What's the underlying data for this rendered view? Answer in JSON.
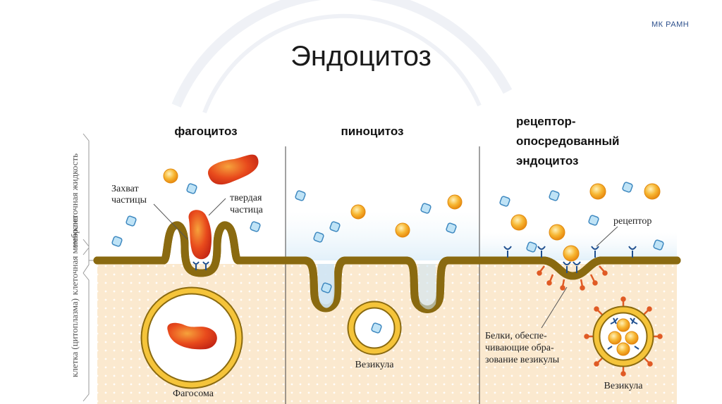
{
  "slide": {
    "brand": "МК РАМН",
    "title": "Эндоцитоз"
  },
  "side_labels": {
    "extracellular": "межклеточная жидкость",
    "membrane": "клеточная мембрана",
    "cell": "клетка (цитоплазма)"
  },
  "panels": {
    "phagocytosis": {
      "title": "фагоцитоз",
      "capture_line1": "Захват",
      "capture_line2": "частицы",
      "solid_line1": "твердая",
      "solid_line2": "частица",
      "vesicle_label": "Фагосома"
    },
    "pinocytosis": {
      "title": "пиноцитоз",
      "vesicle_label": "Везикула"
    },
    "receptor": {
      "title_line1": "рецептор-",
      "title_line2": "опосредованный",
      "title_line3": "эндоцитоз",
      "receptor_label": "рецептор",
      "proteins_line1": "Белки, обеспе-",
      "proteins_line2": "чивающие обра-",
      "proteins_line3": "зование везикулы",
      "vesicle_label": "Везикула"
    }
  },
  "colors": {
    "membrane_fill": "#f5c43a",
    "membrane_stroke": "#8a6a10",
    "cytoplasm": "#fbe9cf",
    "particle_orange": "#f3a21b",
    "particle_blue": "#9fd3ef",
    "solid_particle": "#e0361c",
    "receptor": "#1f4f8f",
    "protein": "#e05a24"
  }
}
